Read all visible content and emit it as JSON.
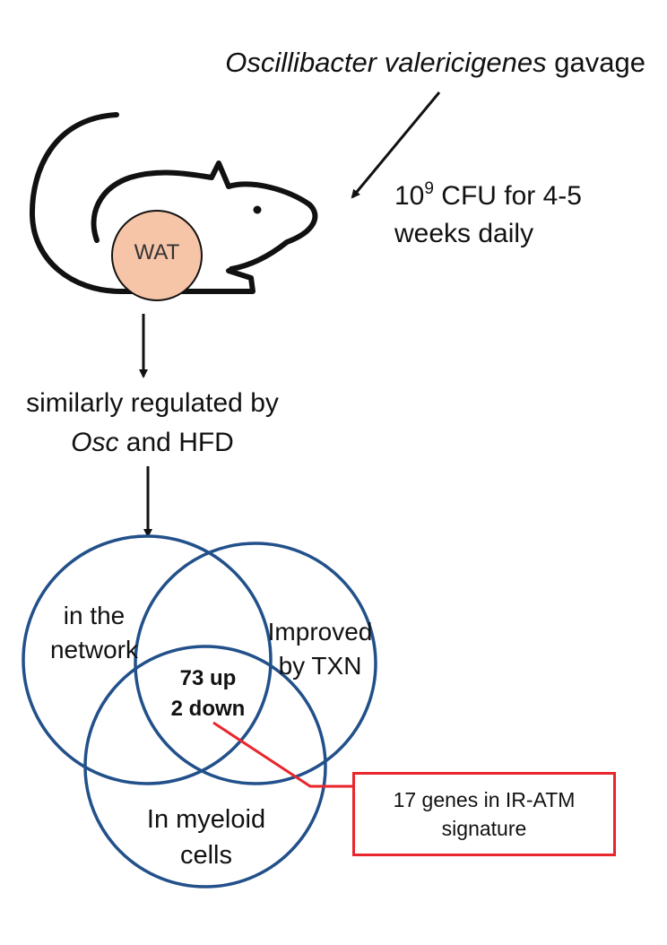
{
  "header": {
    "organism": "Oscillibacter valericigenes",
    "procedure": "gavage"
  },
  "dose": {
    "base": "10",
    "exponent": "9",
    "line1_rest": " CFU for 4-5",
    "line2": "weeks daily"
  },
  "mouse": {
    "tissue_label": "WAT"
  },
  "regulation": {
    "line1": "similarly regulated by",
    "osc": "Osc",
    "line2_rest": " and HFD"
  },
  "venn": {
    "set_network": [
      "in the",
      "network"
    ],
    "set_txn": [
      "Improved",
      "by TXN"
    ],
    "set_myeloid": [
      "In myeloid",
      "cells"
    ],
    "intersection": [
      "73 up",
      "2 down"
    ]
  },
  "callout": {
    "line1": "17 genes in IR-ATM",
    "line2": "signature"
  },
  "colors": {
    "venn_circle": "#22508a",
    "wat_fill": "#f6c4a6",
    "callout": "#e8262c",
    "ink": "#111111"
  }
}
